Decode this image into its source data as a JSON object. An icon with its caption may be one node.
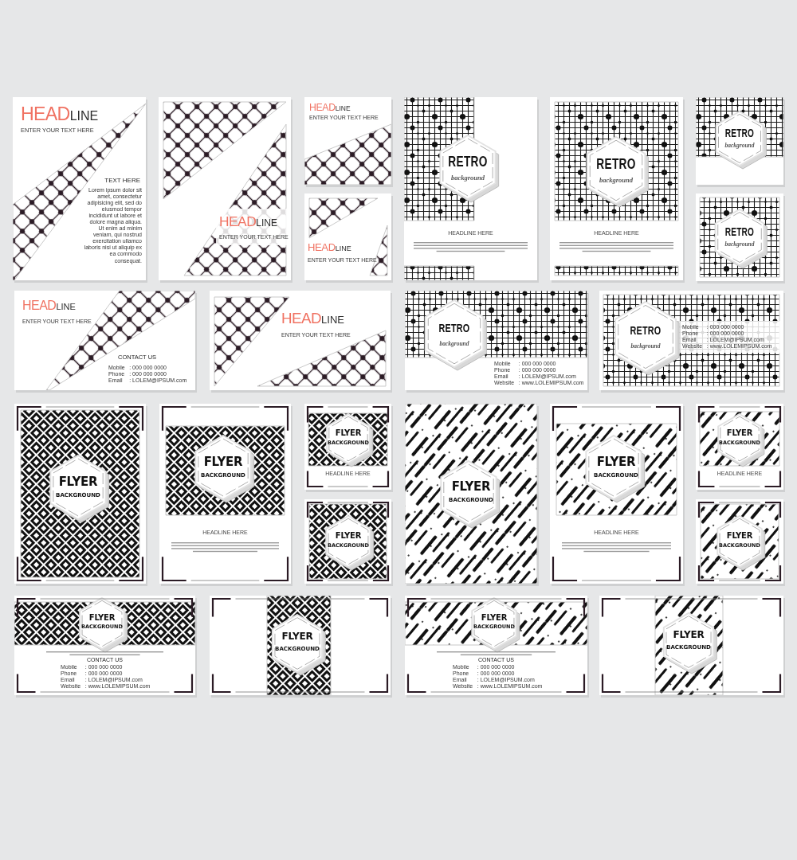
{
  "diagram": {
    "nodes": [
      {
        "text": [
          "**HEAD**LINE",
          "ENTER YOUR TEXT HERE",
          "TEXT HERE",
          "Lorem ipsum dolor sit amet, consectetur adipisicing elit, sed do eiusmod tempor incididunt ut labore et dolore magna aliqua. Ut enim ad minim veniam, qui nostrud exercitation ullamco laboris nisi ut aliquip ex ea commodo consequat."
        ]
      },
      {
        "text": [
          "**HEAD**LINE",
          "ENTER YOUR TEXT HERE"
        ]
      },
      {
        "text": [
          "**HEAD**LINE",
          "ENTER YOUR TEXT HERE"
        ]
      },
      {
        "text": [
          "**HEAD**LINE",
          "ENTER YOUR TEXT HERE"
        ]
      },
      {
        "text": [
          "RETRO",
          "background",
          "HEADLINE HERE"
        ]
      },
      {
        "text": [
          "RETRO",
          "background",
          "HEADLINE HERE"
        ]
      },
      {
        "text": [
          "RETRO",
          "background"
        ]
      },
      {
        "text": [
          "RETRO",
          "background"
        ]
      },
      {
        "text": [
          "**HEAD**LINE",
          "ENTER YOUR TEXT HERE",
          "CONTACT US",
          "Mobile",
          ": 000 000 0000",
          "Phone",
          ": 000 000 0000",
          "Email",
          ": LOLEM@IPSUM.com"
        ]
      },
      {
        "text": [
          "**HEAD**LINE",
          "ENTER YOUR TEXT HERE"
        ]
      },
      {
        "text": [
          "RETRO",
          "background",
          "Mobile",
          ": 000 000 0000",
          "Phone",
          ": 000 000 0000",
          "Email",
          ": LOLEM@IPSUM.com",
          "Website",
          ": www.LOLEMIPSUM.com"
        ]
      },
      {
        "text": [
          "RETRO",
          "background",
          "Mobile",
          ": 000 000 0000",
          "Phone",
          ": 000 000 0000",
          "Email",
          ": LOLEM@IPSUM.com",
          "Website",
          ": www.LOLEMIPSUM.com"
        ]
      },
      {
        "text": [
          "FLYER",
          "BACKGROUND"
        ]
      },
      {
        "text": [
          "FLYER",
          "BACKGROUND",
          "HEADLINE HERE"
        ]
      },
      {
        "text": [
          "FLYER",
          "BACKGROUND",
          "HEADLINE HERE"
        ]
      },
      {
        "text": [
          "FLYER",
          "BACKGROUND"
        ]
      },
      {
        "text": [
          "FLYER",
          "BACKGROUND"
        ]
      },
      {
        "text": [
          "FLYER",
          "BACKGROUND",
          "HEADLINE HERE"
        ]
      },
      {
        "text": [
          "FLYER",
          "BACKGROUND",
          "HEADLINE HERE"
        ]
      },
      {
        "text": [
          "FLYER",
          "BACKGROUND"
        ]
      },
      {
        "text": [
          "FLYER",
          "BACKGROUND",
          "CONTACT US",
          "Mobile",
          ": 000 000 0000",
          "Phone",
          ": 000 000 0000",
          "Email",
          ": LOLEM@IPSUM.com",
          "Website",
          ": www.LOLEMIPSUM.com"
        ]
      },
      {
        "text": [
          "FLYER",
          "BACKGROUND"
        ]
      },
      {
        "text": [
          "FLYER",
          "BACKGROUND",
          "CONTACT US",
          "Mobile",
          ": 000 000 0000",
          "Phone",
          ": 000 000 0000",
          "Email",
          ": LOLEM@IPSUM.com",
          "Website",
          ": www.LOLEMIPSUM.com"
        ]
      },
      {
        "text": [
          "FLYER",
          "BACKGROUND"
        ]
      }
    ]
  }
}
